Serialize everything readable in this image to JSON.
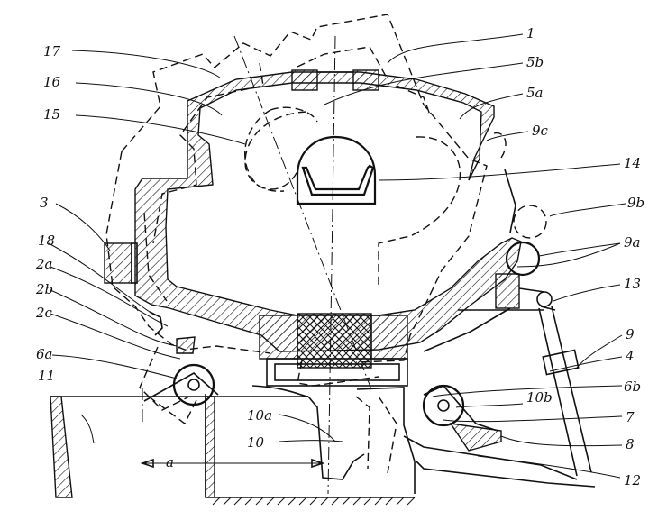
{
  "labels": {
    "l1": "1",
    "l17": "17",
    "l5b": "5b",
    "l16": "16",
    "l5a": "5a",
    "l15": "15",
    "l9c": "9c",
    "l14": "14",
    "l3": "3",
    "l9b": "9b",
    "l18": "18",
    "l9a": "9a",
    "l2a": "2a",
    "l13": "13",
    "l2b": "2b",
    "l2c": "2c",
    "l9": "9",
    "l6a": "6a",
    "l4": "4",
    "l11": "11",
    "l6b": "6b",
    "l10b": "10b",
    "l10a": "10a",
    "l7": "7",
    "l10": "10",
    "l8": "8",
    "la": "a",
    "l12": "12"
  }
}
